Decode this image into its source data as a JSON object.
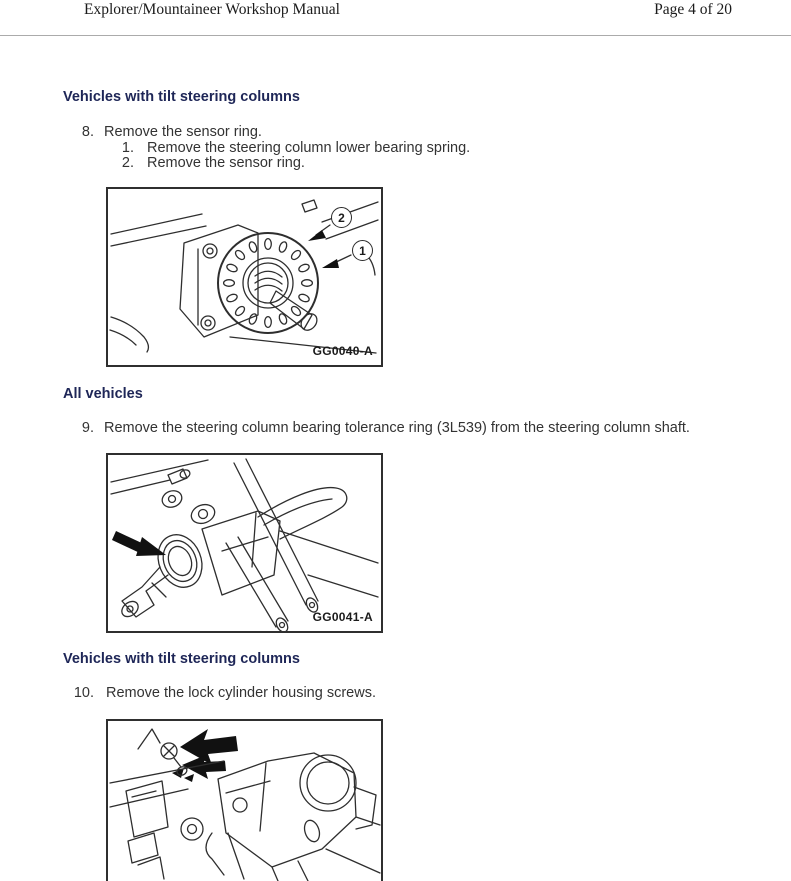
{
  "header": {
    "title": "Explorer/Mountaineer Workshop Manual",
    "page_indicator": "Page 4 of 20"
  },
  "section_tilt_a": {
    "heading": "Vehicles with tilt steering columns"
  },
  "step_8": {
    "number": "8.",
    "text": "Remove the sensor ring.",
    "substep_1_number": "1.",
    "substep_1_text": "Remove the steering column lower bearing spring.",
    "substep_2_number": "2.",
    "substep_2_text": "Remove the sensor ring."
  },
  "figure_1": {
    "label": "GG0040-A",
    "callout_1": "1",
    "callout_2": "2"
  },
  "section_all": {
    "heading": "All vehicles"
  },
  "step_9": {
    "number": "9.",
    "text": "Remove the steering column bearing tolerance ring (3L539) from the steering column shaft."
  },
  "figure_2": {
    "label": "GG0041-A"
  },
  "section_tilt_b": {
    "heading": "Vehicles with tilt steering columns"
  },
  "step_10": {
    "number": "10.",
    "text": "Remove the lock cylinder housing screws."
  },
  "colors": {
    "heading_text": "#1e2657",
    "body_text": "#333333",
    "figure_border": "#2f2f2f",
    "header_rule": "#ababab"
  }
}
